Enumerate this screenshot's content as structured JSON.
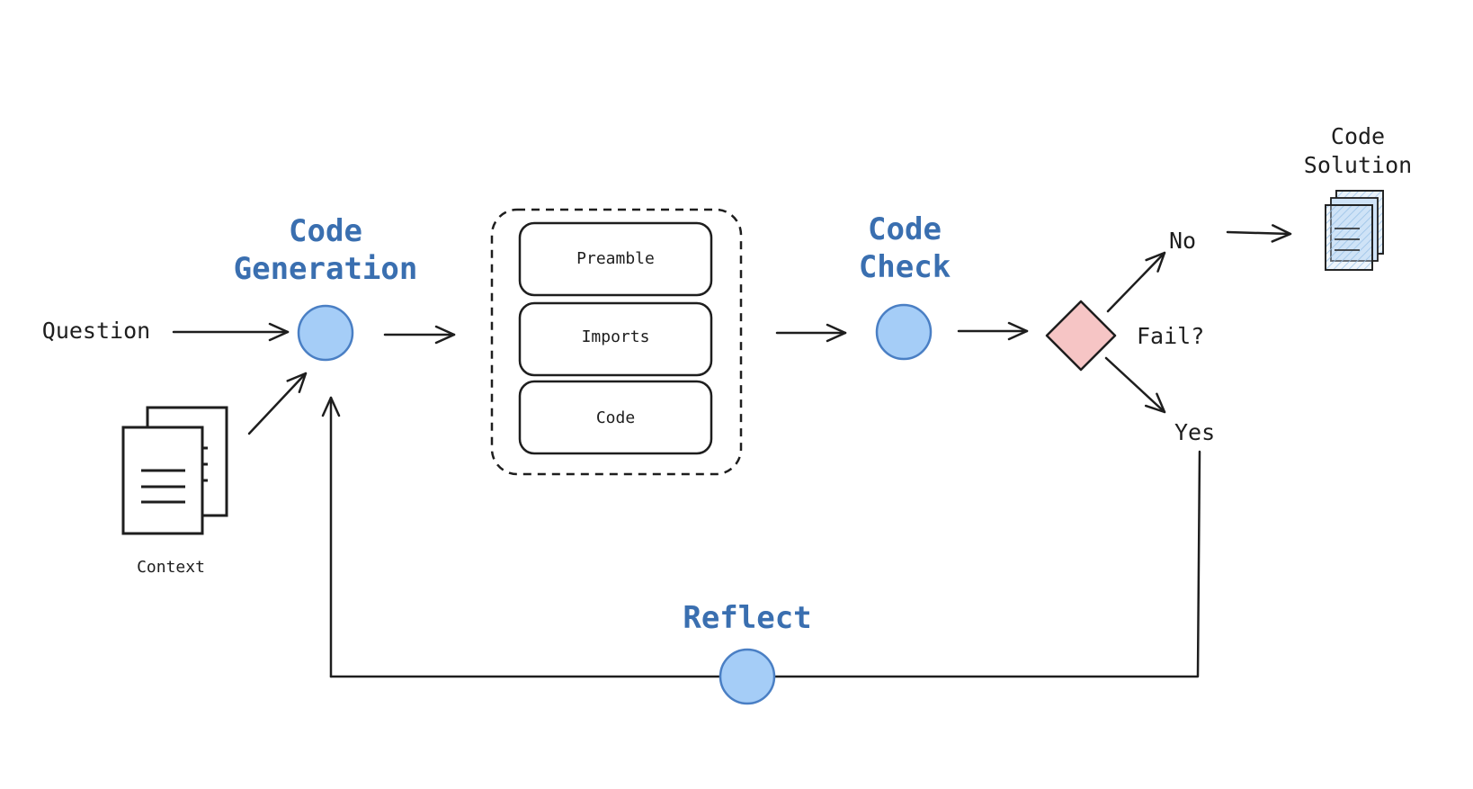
{
  "nodes": {
    "code_generation": "Code\nGeneration",
    "code_check": "Code\nCheck",
    "reflect": "Reflect"
  },
  "inputs": {
    "question": "Question",
    "context": "Context"
  },
  "output_box": {
    "sections": [
      "Preamble",
      "Imports",
      "Code"
    ]
  },
  "decision": {
    "label": "Fail?",
    "no": "No",
    "yes": "Yes"
  },
  "solution": {
    "label": "Code\nSolution"
  },
  "colors": {
    "node_fill": "#a5cdf7",
    "node_stroke": "#4a7fc4",
    "title_text": "#3a6fb0",
    "decision_fill": "#f6c5c5",
    "decision_stroke": "#1e1e1e",
    "solution_fill": "#cfe3f7",
    "stroke": "#1e1e1e"
  },
  "icons": {
    "context": "document-stack-icon",
    "solution": "code-solution-documents-icon"
  }
}
